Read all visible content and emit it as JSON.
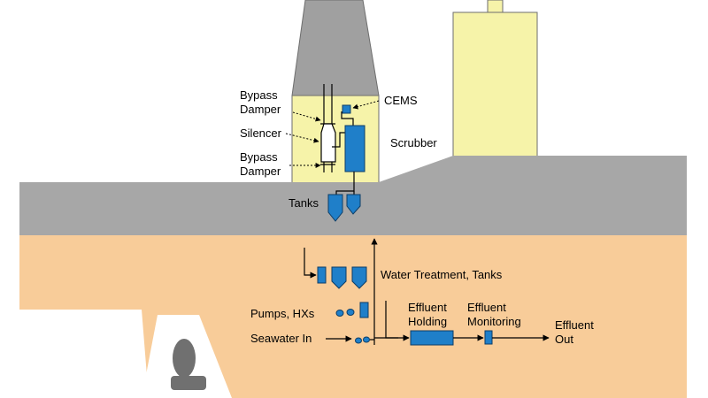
{
  "labels": {
    "bypass_damper_top": [
      "Bypass",
      "Damper"
    ],
    "silencer": "Silencer",
    "bypass_damper_bottom": [
      "Bypass",
      "Damper"
    ],
    "cems": "CEMS",
    "scrubber": "Scrubber",
    "tanks": "Tanks",
    "water_treatment": "Water Treatment, Tanks",
    "pumps": "Pumps, HXs",
    "seawater_in": "Seawater In",
    "effluent_holding": [
      "Effluent",
      "Holding"
    ],
    "effluent_monitoring": [
      "Effluent",
      "Monitoring"
    ],
    "effluent_out": [
      "Effluent",
      "Out"
    ]
  },
  "colors": {
    "equipment": "#1f7fc9",
    "equipment_stroke": "#0d3d66",
    "funnel_casing": "#f6f3a9",
    "funnel_top": "#a0a0a0",
    "deck": "#a7a7a7",
    "hull": "#f8cc99",
    "propeller": "#707070"
  }
}
